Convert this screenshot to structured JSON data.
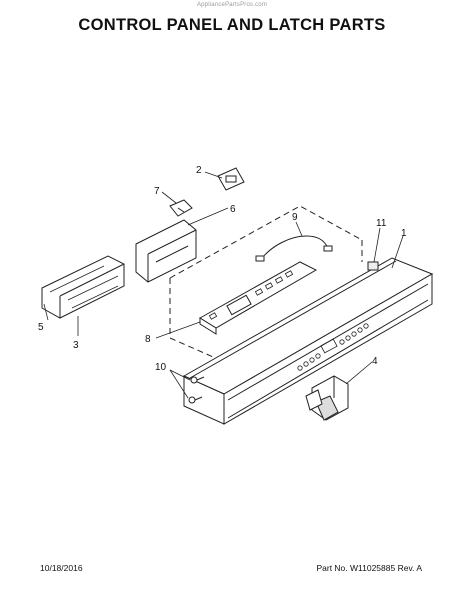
{
  "header": {
    "watermark": "AppliancePartsPros.com",
    "title": "CONTROL PANEL AND LATCH PARTS"
  },
  "callouts": [
    {
      "id": "1",
      "label": "1"
    },
    {
      "id": "2",
      "label": "2"
    },
    {
      "id": "3",
      "label": "3"
    },
    {
      "id": "4",
      "label": "4"
    },
    {
      "id": "5",
      "label": "5"
    },
    {
      "id": "6",
      "label": "6"
    },
    {
      "id": "7",
      "label": "7"
    },
    {
      "id": "8",
      "label": "8"
    },
    {
      "id": "9",
      "label": "9"
    },
    {
      "id": "10",
      "label": "10"
    },
    {
      "id": "11",
      "label": "11"
    }
  ],
  "footer": {
    "date": "10/18/2016",
    "part_number": "Part No. W11025885  Rev. A"
  }
}
